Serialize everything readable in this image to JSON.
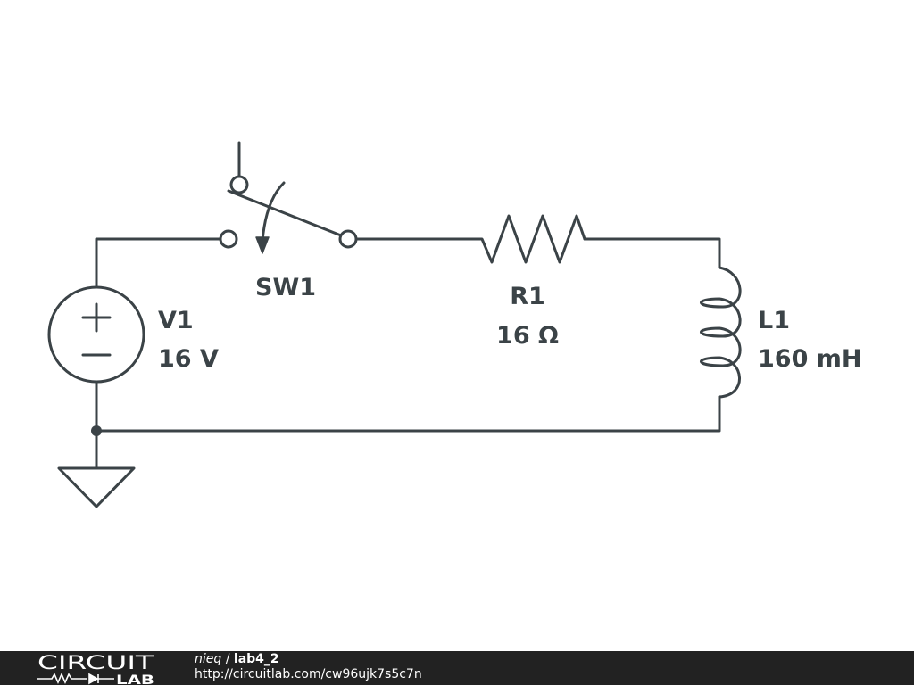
{
  "circuit": {
    "switch": {
      "name": "SW1"
    },
    "resistor": {
      "name": "R1",
      "value": "16 Ω"
    },
    "inductor": {
      "name": "L1",
      "value": "160 mH"
    },
    "source": {
      "name": "V1",
      "value": "16 V",
      "plus": "+",
      "minus": "−"
    }
  },
  "footer": {
    "logo_top": "CIRCUIT",
    "logo_bottom": "LAB",
    "user": "nieq",
    "separator": " / ",
    "project": "lab4_2",
    "url": "http://circuitlab.com/cw96ujk7s5c7n"
  },
  "colors": {
    "ink": "#3b4347",
    "footer_bg": "#222222",
    "footer_text": "#ffffff"
  }
}
